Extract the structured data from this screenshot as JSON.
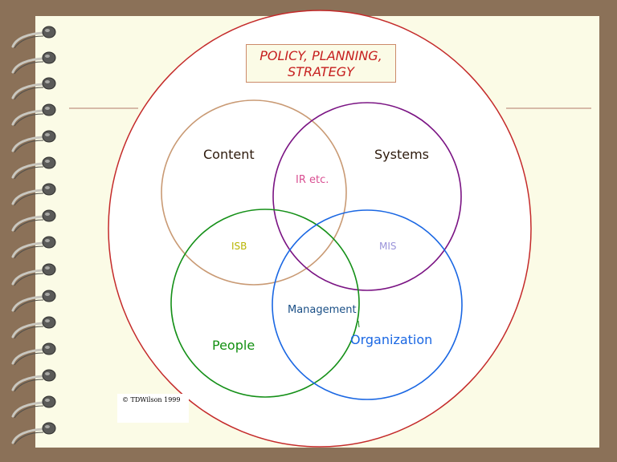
{
  "policy_box": {
    "line1": "POLICY, PLANNING,",
    "line2": "STRATEGY"
  },
  "circles": {
    "content": "Content",
    "systems": "Systems",
    "people": "People",
    "organization": "Organization"
  },
  "overlaps": {
    "content_systems": "IR etc.",
    "content_people": "ISB",
    "systems_organization": "MIS",
    "people_organization": "Management"
  },
  "copyright": "© TDWilson 1999",
  "colors": {
    "background": "#8b7158",
    "page": "#fbfbe6",
    "outer_circle": "#c42a2a",
    "content_circle": "#c99a74",
    "systems_circle": "#7a1383",
    "people_circle": "#159018",
    "organization_circle": "#1a67e3",
    "policy_text": "#c61f1f",
    "ir_text": "#d94f92",
    "isb_text": "#b8b400",
    "mis_text": "#9a93d9",
    "management_text": "#1a4f86"
  }
}
